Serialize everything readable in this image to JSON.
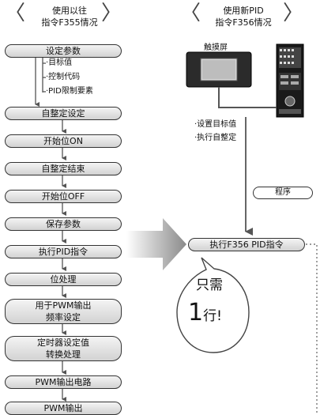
{
  "left_header": [
    "使用以往",
    "指令F355情况"
  ],
  "right_header": [
    "使用新PID",
    "指令F356情况"
  ],
  "left_steps": [
    "设定参数",
    "自整定设定",
    "开始位ON",
    "自整定结束",
    "开始位OFF",
    "保存参数",
    "执行PID指令",
    "位处理",
    "用于PWM输出\n频率设定",
    "定时器设定值\n转换处理",
    "PWM输出电路",
    "PWM输出"
  ],
  "param_items": [
    "·目标值",
    "·控制代码",
    "·PID限制要素"
  ],
  "touch_label": "触摸屏",
  "touch_notes": [
    "·设置目标值",
    "·执行自整定"
  ],
  "program_label": "程序",
  "f356_label": "执行F356 PID指令",
  "bubble_line1": "只需",
  "bubble_num": "1",
  "bubble_text": "行!"
}
